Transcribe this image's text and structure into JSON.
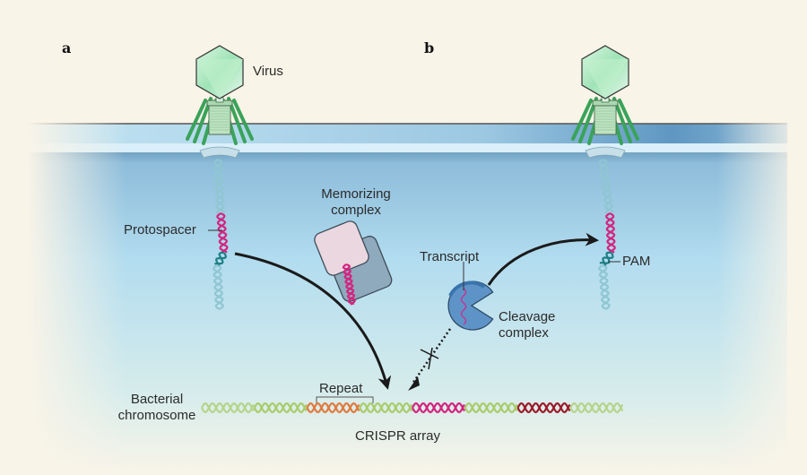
{
  "figure": {
    "panels": [
      {
        "id": "a",
        "label": "a"
      },
      {
        "id": "b",
        "label": "b"
      }
    ]
  },
  "labels": {
    "virus": "Virus",
    "protospacer": "Protospacer",
    "memorizing_line1": "Memorizing",
    "memorizing_line2": "complex",
    "transcript": "Transcript",
    "pam": "PAM",
    "cleavage_line1": "Cleavage",
    "cleavage_line2": "complex",
    "repeat": "Repeat",
    "bacterial_line1": "Bacterial",
    "bacterial_line2": "chromosome",
    "crispr_array": "CRISPR array"
  },
  "colors": {
    "background": "#f9f4e8",
    "cell_interior": "#a8d4ea",
    "membrane": "#b9dff0",
    "virus_green": "#3aa35a",
    "capsid": "#bfeecf",
    "protospacer_magenta": "#d4237f",
    "pam_teal": "#1f7f86",
    "viral_dna": "#8fc6d2",
    "repeat_green": "#a9cc6a",
    "spacer_orange": "#e07a3e",
    "spacer_dark_red": "#9c1b2a",
    "cleavage_blue": "#5e93c8",
    "memorizing_pink": "#ead7df",
    "memorizing_gray": "#8fa9bd",
    "arrow": "#1a1a1a"
  },
  "crispr_segments": [
    "repeat",
    "repeat",
    "spacer_orange",
    "repeat",
    "spacer_magenta",
    "repeat",
    "spacer_dark_red",
    "repeat"
  ]
}
